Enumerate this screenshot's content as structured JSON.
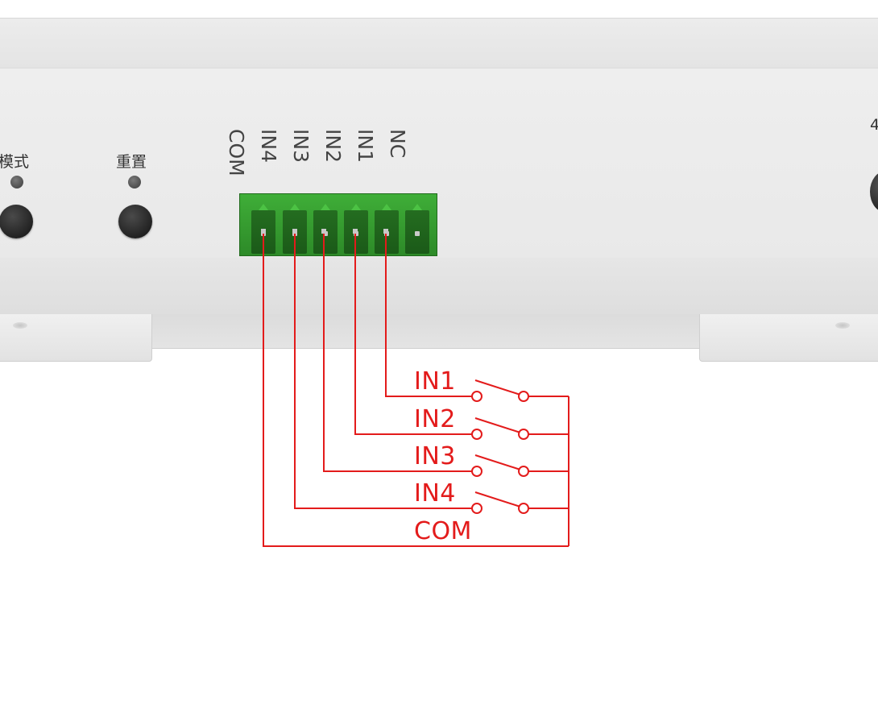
{
  "panel": {
    "mode_label": "模式",
    "reset_label": "重置",
    "right_edge_label": "4"
  },
  "terminal_labels": [
    "COM",
    "IN4",
    "IN3",
    "IN2",
    "IN1",
    "NC"
  ],
  "wiring": {
    "color": "#e31b1b",
    "switch_labels": [
      "IN1",
      "IN2",
      "IN3",
      "IN4"
    ],
    "common_label": "COM"
  },
  "colors": {
    "terminal_block": "#3fae38",
    "wire": "#e31b1b",
    "enclosure": "#eaeaea"
  }
}
